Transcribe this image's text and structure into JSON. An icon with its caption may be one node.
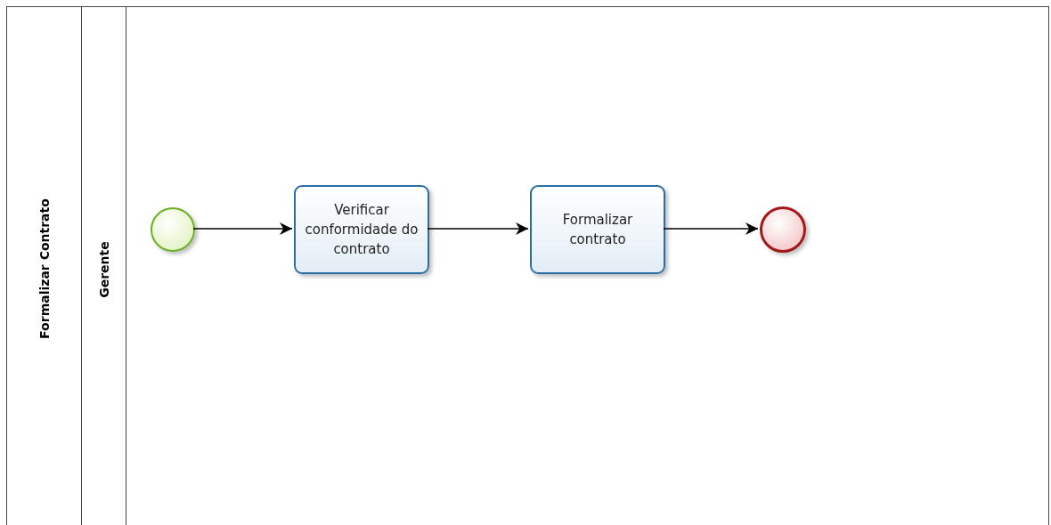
{
  "diagram": {
    "nodes": [
      {
        "text": [
          "Formalizar Contrato"
        ]
      },
      {
        "text": [
          "Gerente"
        ],
        "in": 0
      },
      {
        "text": [],
        "shape": "circle",
        "in": 1
      },
      {
        "text": [
          "Verificar conformidade do contrato"
        ],
        "in": 1
      },
      {
        "text": [
          "Formalizar contrato"
        ],
        "in": 1
      },
      {
        "text": [],
        "shape": "circle",
        "in": 1
      }
    ],
    "edges": [
      {
        "from": 2,
        "to": 3,
        "arrow": "to"
      },
      {
        "from": 3,
        "to": 4,
        "arrow": "to"
      },
      {
        "from": 4,
        "to": 5,
        "arrow": "to"
      }
    ]
  }
}
